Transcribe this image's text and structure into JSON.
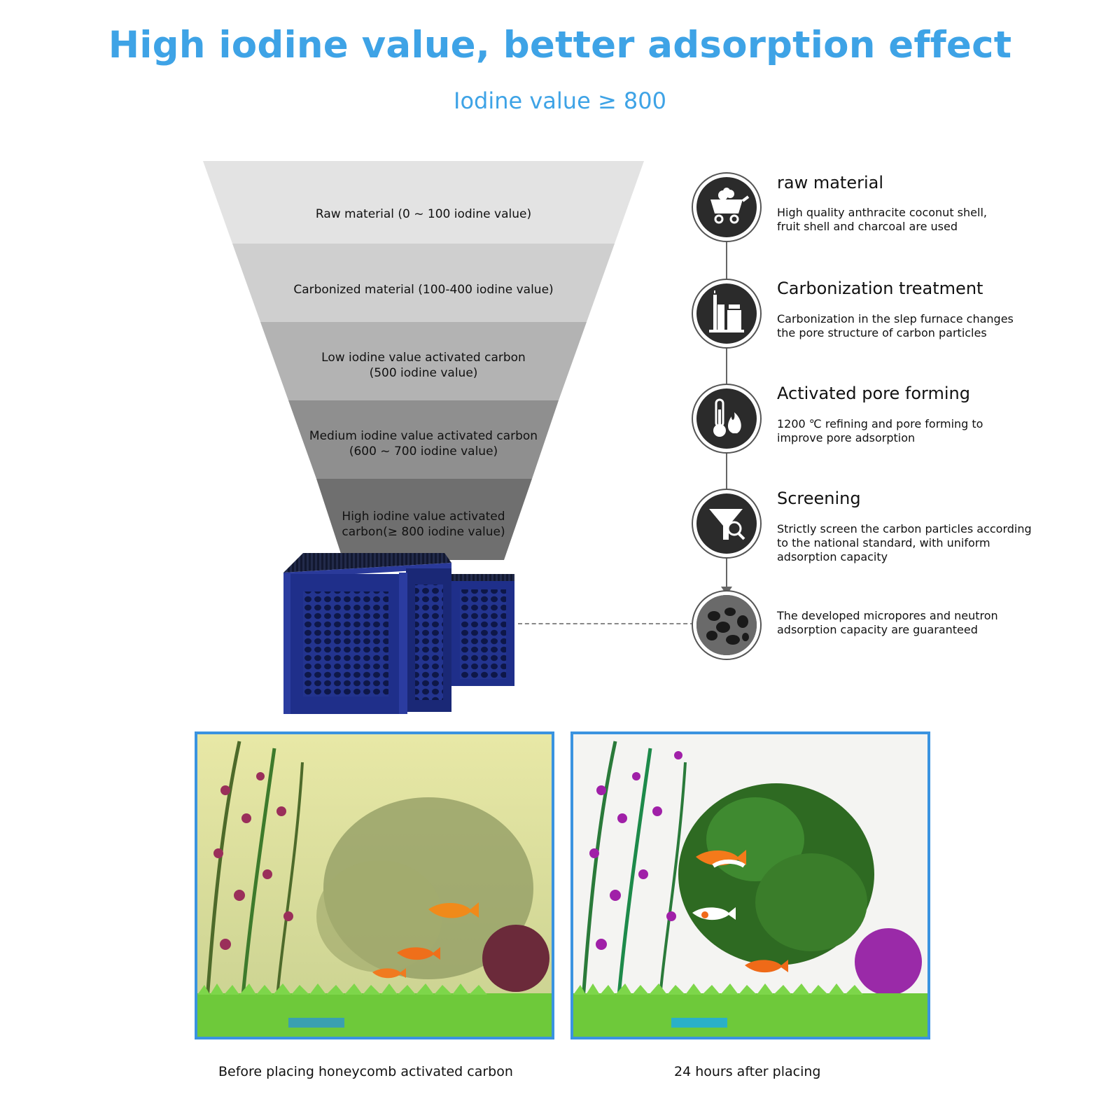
{
  "header": {
    "title": "High iodine value, better adsorption effect",
    "subtitle": "Iodine value ≥ 800"
  },
  "funnel": {
    "layers": [
      {
        "line1": "Raw material (0 ~ 100 iodine value)",
        "line2": ""
      },
      {
        "line1": "Carbonized material (100-400 iodine value)",
        "line2": ""
      },
      {
        "line1": "Low iodine value activated carbon",
        "line2": "(500 iodine value)"
      },
      {
        "line1": "Medium iodine value activated carbon",
        "line2": "(600 ~ 700 iodine value)"
      },
      {
        "line1": "High iodine value activated",
        "line2": "carbon(≥ 800 iodine value)"
      }
    ],
    "colors": [
      "#e3e3e3",
      "#cfcfcf",
      "#b3b3b3",
      "#8f8f8f",
      "#6f6f6f"
    ]
  },
  "steps": [
    {
      "icon": "mine-cart-icon",
      "title": "raw material",
      "desc1": "High quality anthracite coconut shell,",
      "desc2": "fruit shell and charcoal are used",
      "desc3": ""
    },
    {
      "icon": "furnace-icon",
      "title": "Carbonization treatment",
      "desc1": "Carbonization in the slep furnace changes",
      "desc2": "the pore structure of carbon particles",
      "desc3": ""
    },
    {
      "icon": "thermometer-flame-icon",
      "title": "Activated pore forming",
      "desc1": "1200 ℃ refining and pore forming to",
      "desc2": "improve pore adsorption",
      "desc3": ""
    },
    {
      "icon": "funnel-magnifier-icon",
      "title": "Screening",
      "desc1": "Strictly screen the carbon particles according",
      "desc2": "to the national standard, with uniform",
      "desc3": "adsorption capacity"
    },
    {
      "icon": "micropore-icon",
      "title": "",
      "desc1": "The developed micropores and neutron",
      "desc2": "adsorption capacity are guaranteed",
      "desc3": ""
    }
  ],
  "product": {
    "color": "#1f2f8a",
    "icon": "honeycomb-carbon-block-icon"
  },
  "comparison": {
    "before_caption": "Before placing honeycomb activated carbon",
    "after_caption": "24 hours after placing",
    "border_color": "#3a93e0"
  }
}
